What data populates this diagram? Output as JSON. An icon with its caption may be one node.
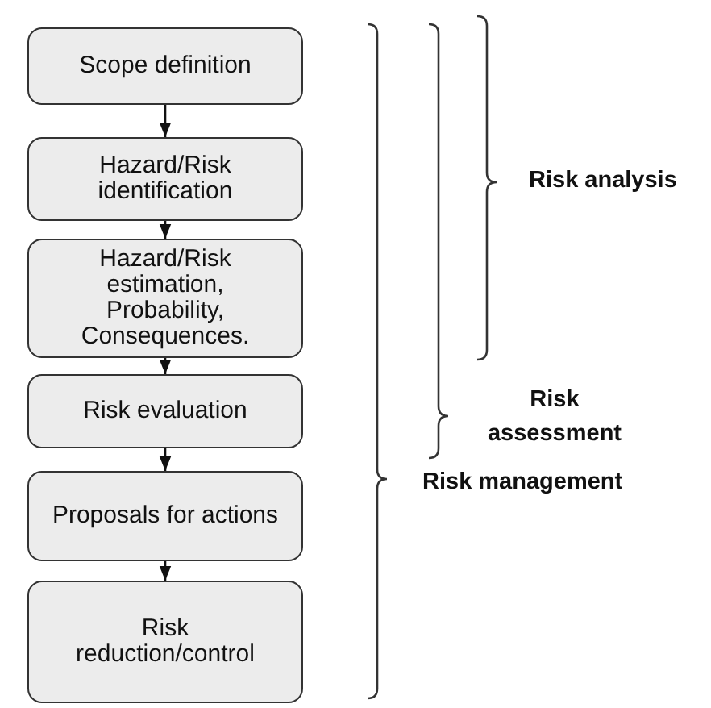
{
  "diagram": {
    "nodes": [
      {
        "text": [
          "Scope definition"
        ]
      },
      {
        "text": [
          "Hazard/Risk identification"
        ]
      },
      {
        "text": [
          "Hazard/Risk estimation, Probability, Consequences."
        ]
      },
      {
        "text": [
          "Risk evaluation"
        ]
      },
      {
        "text": [
          "Proposals for actions"
        ]
      },
      {
        "text": [
          "Risk reduction/control"
        ]
      }
    ],
    "edges": [
      {
        "from": 0,
        "to": 1,
        "arrow": "to"
      },
      {
        "from": 1,
        "to": 2,
        "arrow": "to"
      },
      {
        "from": 2,
        "to": 3,
        "arrow": "to"
      },
      {
        "from": 3,
        "to": 4,
        "arrow": "to"
      },
      {
        "from": 4,
        "to": 5,
        "arrow": "to"
      }
    ],
    "labels": [
      "Risk analysis",
      "Risk assessment",
      "Risk management"
    ]
  }
}
